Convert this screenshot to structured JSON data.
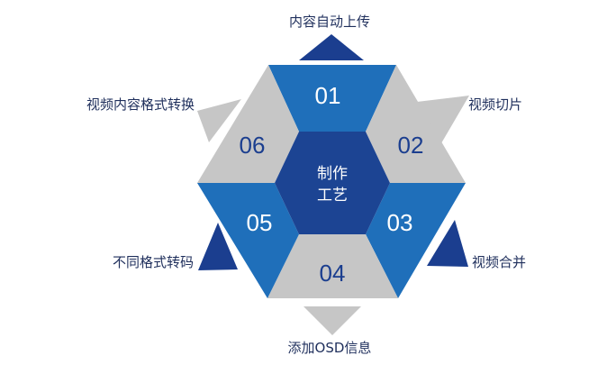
{
  "colors": {
    "blue": "#1F6FBA",
    "gray": "#C6C6C6",
    "dark_navy": "#1B3E8F",
    "center": "#1C4493",
    "label": "#1F2F5C"
  },
  "center": {
    "line1": "制作",
    "line2": "工艺"
  },
  "steps": [
    {
      "num": "01",
      "label": "内容自动上传"
    },
    {
      "num": "02",
      "label": "视频切片"
    },
    {
      "num": "03",
      "label": "视频合并"
    },
    {
      "num": "04",
      "label": "添加OSD信息"
    },
    {
      "num": "05",
      "label": "不同格式转码"
    },
    {
      "num": "06",
      "label": "视频内容格式转换"
    }
  ]
}
